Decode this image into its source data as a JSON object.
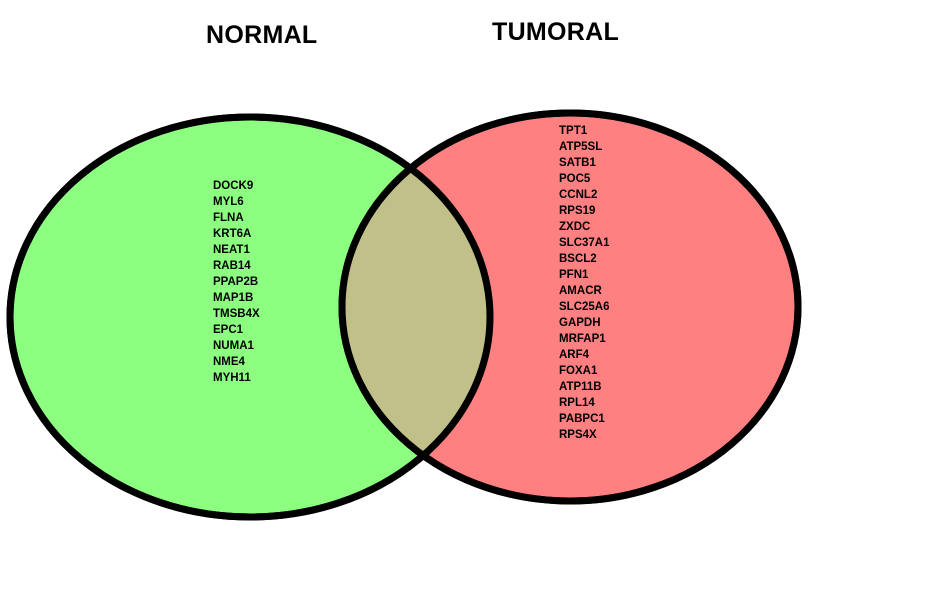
{
  "sets": [
    {
      "key": "normal",
      "title": "NORMAL",
      "color": "#8cff80",
      "genes": [
        "DOCK9",
        "MYL6",
        "FLNA",
        "KRT6A",
        "NEAT1",
        "RAB14",
        "PPAP2B",
        "MAP1B",
        "TMSB4X",
        "EPC1",
        "NUMA1",
        "NME4",
        "MYH11"
      ]
    },
    {
      "key": "tumoral",
      "title": "TUMORAL",
      "color": "#ff8080",
      "genes": [
        "TPT1",
        "ATP5SL",
        "SATB1",
        "POC5",
        "CCNL2",
        "RPS19",
        "ZXDC",
        "SLC37A1",
        "BSCL2",
        "PFN1",
        "AMACR",
        "SLC25A6",
        "GAPDH",
        "MRFAP1",
        "ARF4",
        "FOXA1",
        "ATP11B",
        "RPL14",
        "PABPC1",
        "RPS4X"
      ]
    }
  ],
  "overlap": {
    "color": "#c0c088",
    "genes": []
  },
  "outline_color": "#000000"
}
